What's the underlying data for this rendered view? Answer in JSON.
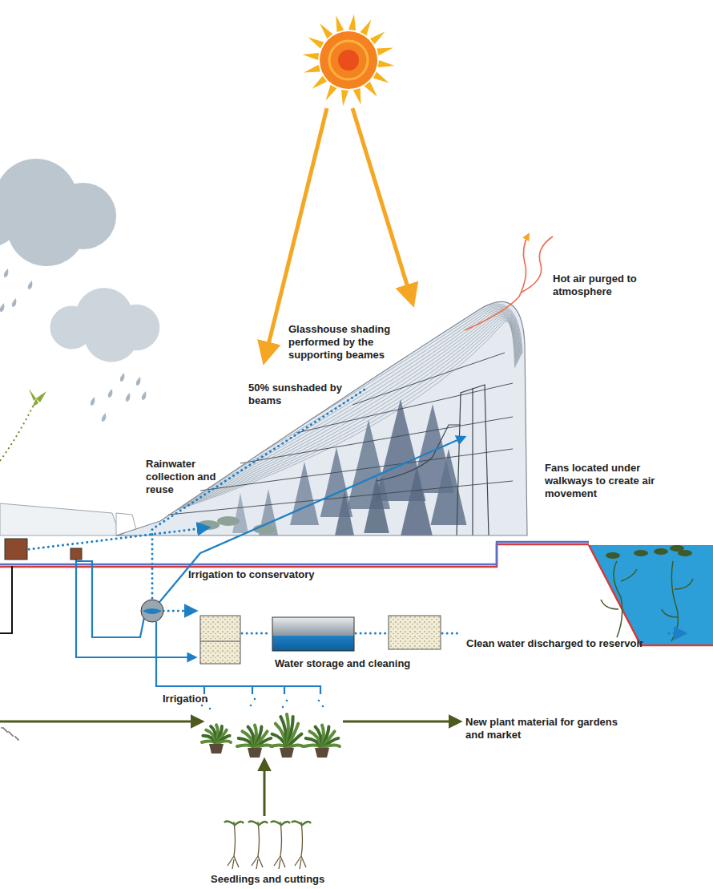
{
  "diagram": {
    "labels": [
      "Hot air purged to atmosphere",
      "Glasshouse shading performed by the supporting beames",
      "50% sunshaded by beams",
      "Rainwater collection and reuse",
      "Fans located under walkways to create air movement",
      "Irrigation to conservatory",
      "Water storage and cleaning",
      "Clean water discharged to reservoir",
      "Irrigation",
      "New plant material for gardens and market",
      "Seedlings and cuttings"
    ]
  }
}
